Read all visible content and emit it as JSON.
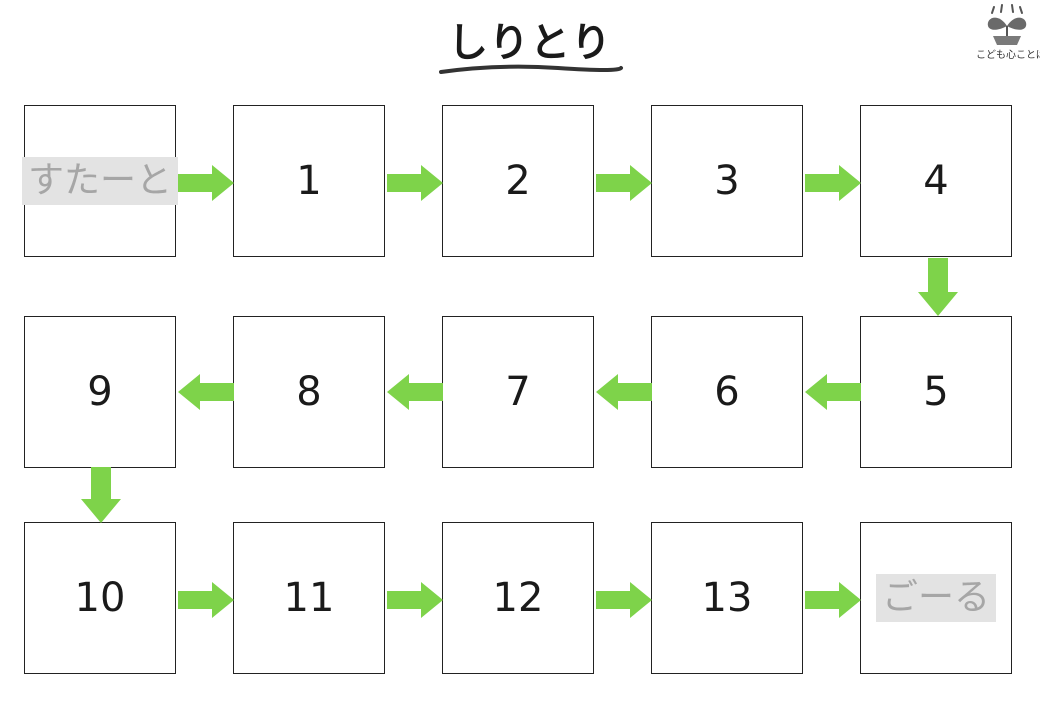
{
  "title": "しりとり",
  "logo": {
    "text": "こども心ことば",
    "icon": "sprout-logo-icon"
  },
  "start_label": "すたーと",
  "goal_label": "ごーる",
  "cells": [
    "1",
    "2",
    "3",
    "4",
    "5",
    "6",
    "7",
    "8",
    "9",
    "10",
    "11",
    "12",
    "13"
  ],
  "colors": {
    "arrow": "#7ed34a",
    "label_bg": "#e3e3e3",
    "label_text": "#a6a6a6"
  }
}
